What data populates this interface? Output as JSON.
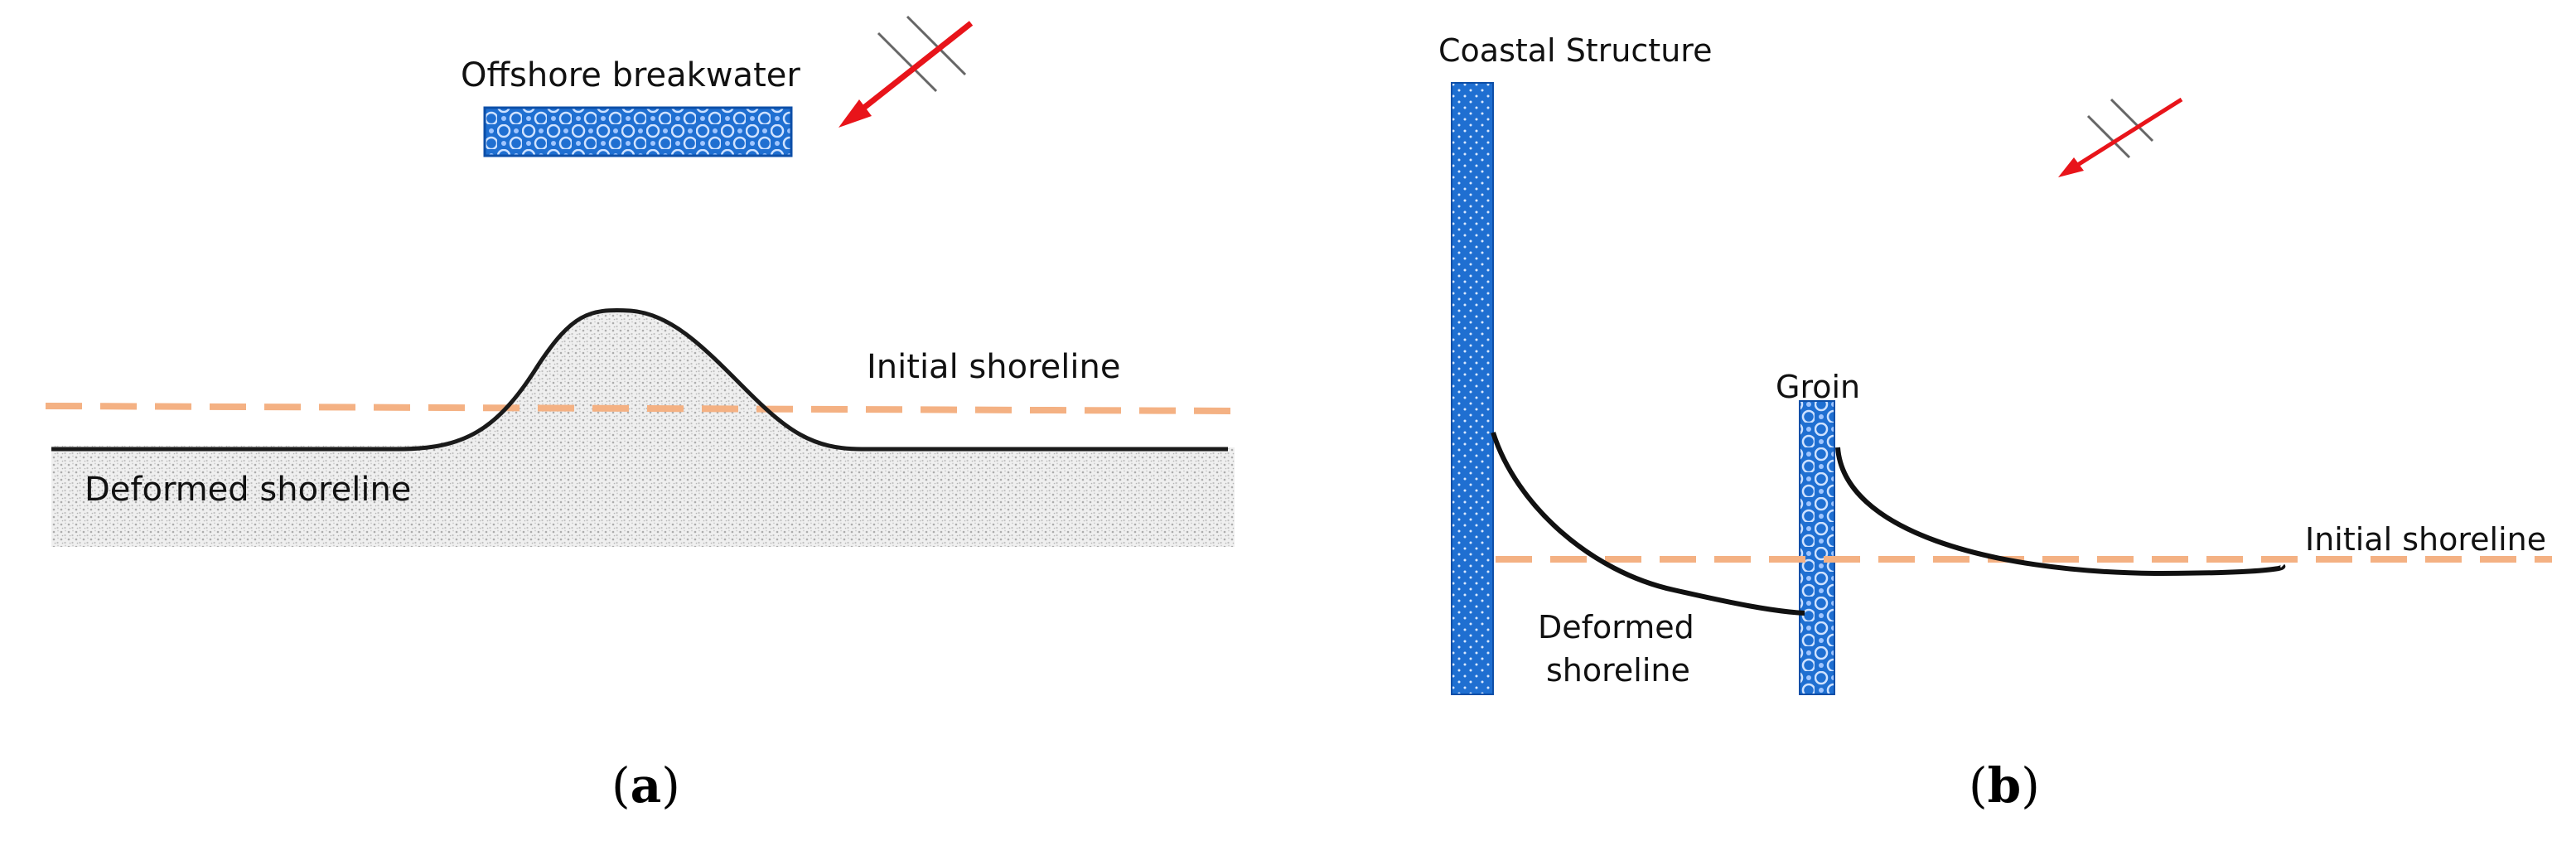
{
  "panel_a": {
    "structure_label": "Offshore breakwater",
    "initial_label": "Initial shoreline",
    "deformed_label": "Deformed shoreline",
    "caption_open": "(",
    "caption_letter": "a",
    "caption_close": ")"
  },
  "panel_b": {
    "structure_label": "Coastal Structure",
    "groin_label": "Groin",
    "initial_label": "Initial shoreline",
    "deformed_label_line1": "Deformed",
    "deformed_label_line2": "shoreline",
    "caption_open": "(",
    "caption_letter": "b",
    "caption_close": ")"
  },
  "colors": {
    "structure_blue": "#1f6fd1",
    "initial_shoreline": "#f4b183",
    "wave_arrow": "#e8141a",
    "deformed_shoreline": "#111111",
    "sand": "#cfcfcf"
  },
  "icons": {
    "wave_direction": "wave-arrow-icon",
    "wave_crest": "wave-crest-icon"
  }
}
